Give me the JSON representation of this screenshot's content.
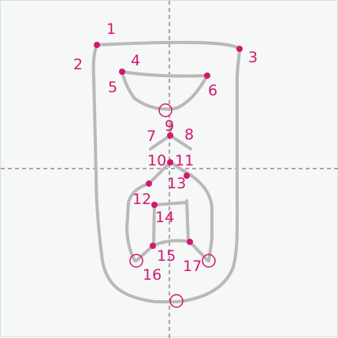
{
  "diagram": {
    "labels": [
      "1",
      "2",
      "3",
      "4",
      "5",
      "6",
      "7",
      "8",
      "9",
      "10",
      "11",
      "12",
      "13",
      "14",
      "15",
      "16",
      "17"
    ]
  },
  "colors": {
    "background": "#f6f7f7",
    "stroke": "#b9b9b9",
    "marker": "#d4176f",
    "guide": "#555555"
  }
}
